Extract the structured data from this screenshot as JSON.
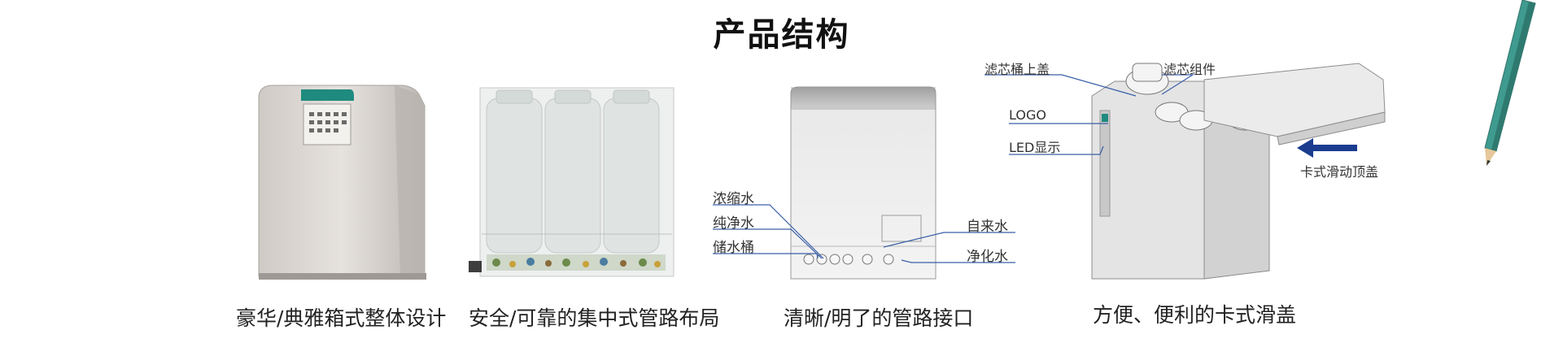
{
  "title": "产品结构",
  "captions": [
    "豪华/典雅箱式整体设计",
    "安全/可靠的集中式管路布局",
    "清晰/明了的管路接口",
    "方便、便利的卡式滑盖"
  ],
  "ports_callouts": {
    "left": [
      "浓缩水",
      "纯净水",
      "储水桶"
    ],
    "right": [
      "自来水",
      "净化水"
    ]
  },
  "lid_callouts": {
    "top_left": "滤芯桶上盖",
    "top_right": "滤芯组件",
    "logo": "LOGO",
    "led": "LED显示",
    "slide": "卡式滑动顶盖"
  },
  "colors": {
    "accent_teal": "#1f8a7e",
    "callout_line": "#3a5fa8",
    "arrow": "#1b3c8f",
    "pencil_body": "#3f9b8f"
  }
}
